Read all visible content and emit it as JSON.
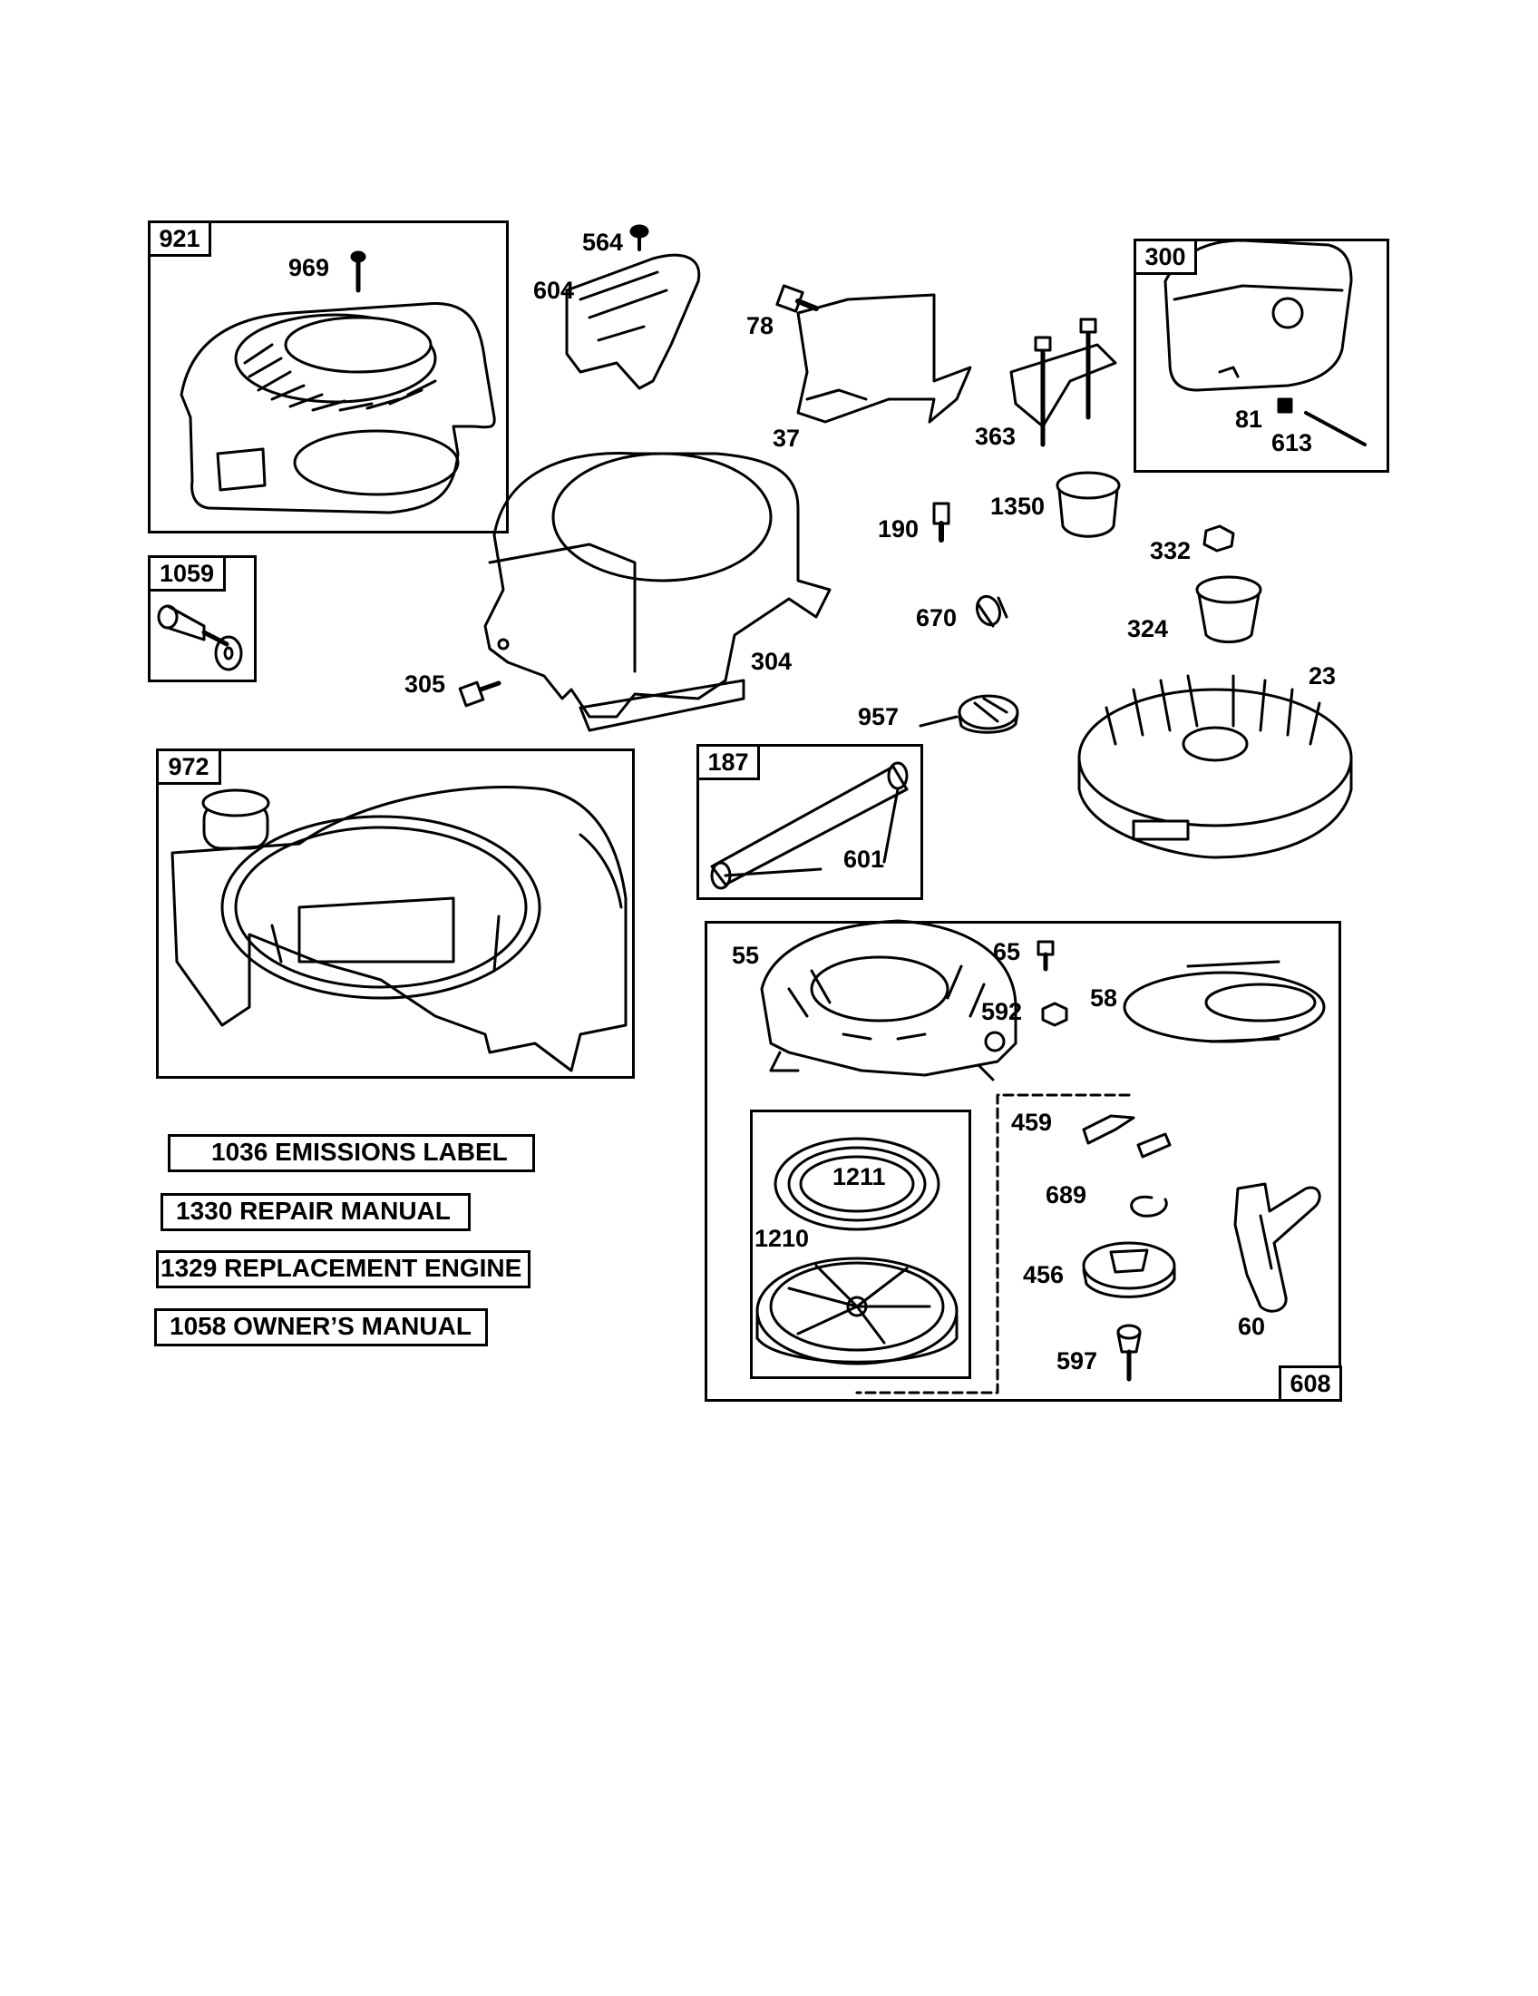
{
  "groups": {
    "g921": "921",
    "g1059": "1059",
    "g972": "972",
    "g187": "187",
    "g300": "300",
    "g608": "608"
  },
  "parts": {
    "p969": "969",
    "p564": "564",
    "p604": "604",
    "p78": "78",
    "p37": "37",
    "p363": "363",
    "p81": "81",
    "p613": "613",
    "p190": "190",
    "p1350": "1350",
    "p332": "332",
    "p670": "670",
    "p324": "324",
    "p305": "305",
    "p304": "304",
    "p23": "23",
    "p957": "957",
    "p601": "601",
    "p55": "55",
    "p65": "65",
    "p592": "592",
    "p58": "58",
    "p459": "459",
    "p1211": "1211",
    "p1210": "1210",
    "p689": "689",
    "p456": "456",
    "p60": "60",
    "p597": "597"
  },
  "documents": {
    "emissions_label": "1036 EMISSIONS LABEL",
    "repair_manual": "1330 REPAIR MANUAL",
    "replacement_engine": "1329 REPLACEMENT ENGINE",
    "owners_manual": "1058 OWNER’S MANUAL"
  }
}
